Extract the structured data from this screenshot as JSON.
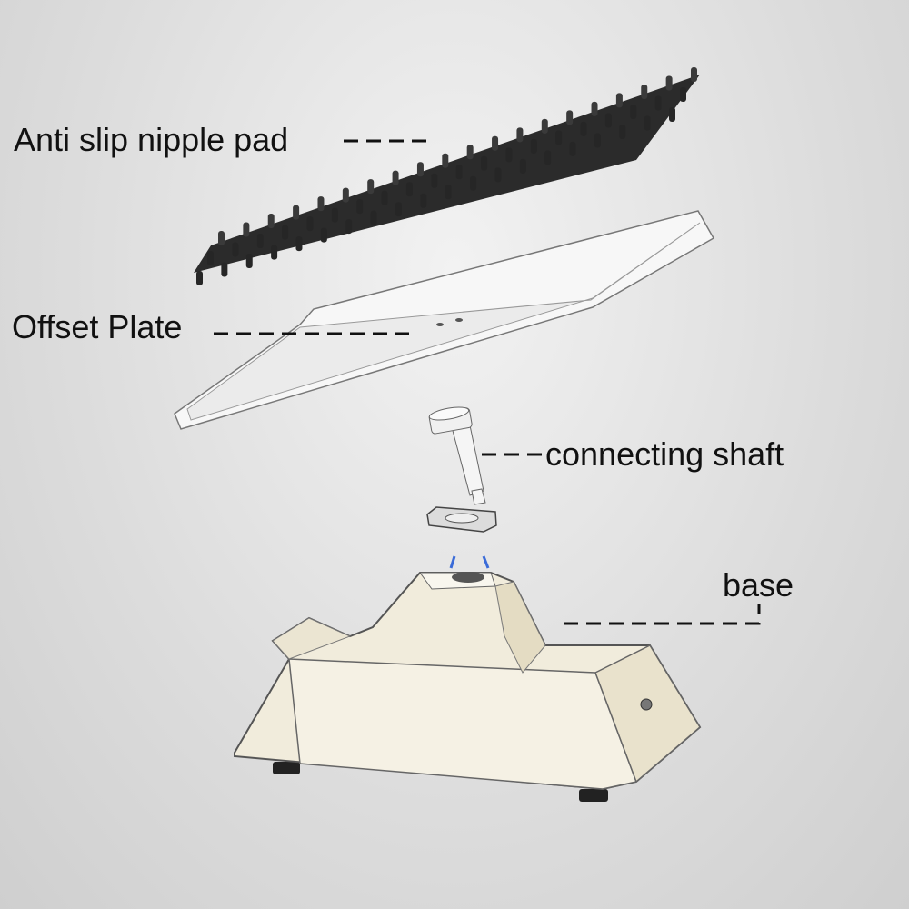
{
  "labels": {
    "pad": "Anti slip nipple pad",
    "plate": "Offset Plate",
    "shaft": "connecting shaft",
    "base": "base"
  },
  "colors": {
    "pad": "#2b2b2b",
    "plate": "#f7f7f7",
    "base": "#f1ecdc",
    "leader": "#111111"
  }
}
